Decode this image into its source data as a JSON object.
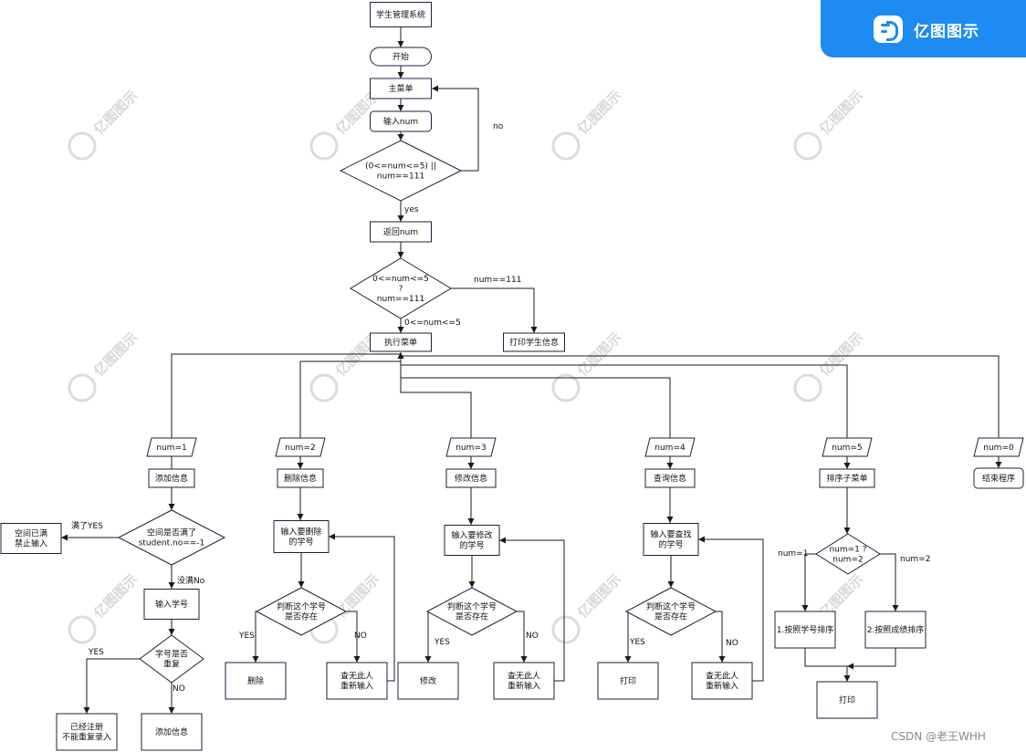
{
  "brand": {
    "name": "亿图图示"
  },
  "watermark": {
    "text": "亿图图示"
  },
  "credit": "CSDN @老王WHH",
  "colors": {
    "node_fill": "#ffffff",
    "node_stroke": "#1f1f3f",
    "line": "#1a1a1a",
    "brand": "#1d8bf1"
  },
  "nodes": {
    "title": "学生管理系统",
    "start": "开始",
    "main_menu": "主菜单",
    "input_num": "输入num",
    "check_range": [
      "(0<=num<=5)  ||",
      "num==111"
    ],
    "return_num": "返回num",
    "branch": [
      "0<=num<=5",
      "?",
      "num==111"
    ],
    "print_students": "打印学生信息",
    "exec_menu": "执行菜单",
    "case1": "num=1",
    "case2": "num=2",
    "case3": "num=3",
    "case4": "num=4",
    "case5": "num=5",
    "case0": "num=0",
    "add_info": "添加信息",
    "del_info": "删除信息",
    "mod_info": "修改信息",
    "query_info": "查询信息",
    "sort_menu": "排序子菜单",
    "end_prog": "结束程序",
    "space_full_q": [
      "空间是否满了",
      "student.no==-1"
    ],
    "space_full": [
      "空间已满",
      "禁止输入"
    ],
    "input_id": "输入学号",
    "id_dup_q": [
      "学号是否",
      "重复"
    ],
    "registered": [
      "已经注册",
      "不能重复录入"
    ],
    "add_info2": "添加信息",
    "del_input": [
      "输入要删除",
      "的学号"
    ],
    "del_exist_q": [
      "判断这个学号",
      "是否存在"
    ],
    "delete": "删除",
    "del_none": [
      "查无此人",
      "重新输入"
    ],
    "mod_input": [
      "输入要修改",
      "的学号"
    ],
    "mod_exist_q": [
      "判断这个学号",
      "是否存在"
    ],
    "modify": "修改",
    "mod_none": [
      "查无此人",
      "重新输入"
    ],
    "query_input": [
      "输入要查找",
      "的学号"
    ],
    "query_exist_q": [
      "判断这个学号",
      "是否存在"
    ],
    "print": "打印",
    "query_none": [
      "查无此人",
      "重新输入"
    ],
    "sort_q": [
      "num=1 ?",
      "num=2"
    ],
    "sort_by_id": "1.按照学号排序",
    "sort_by_score": "2.按照成绩排序",
    "print_sorted": "打印"
  },
  "edge_labels": {
    "no": "no",
    "yes": "yes",
    "num111": "num==111",
    "range": "0<=num<=5",
    "full_yes": "满了YES",
    "not_full": "没满No",
    "dup_yes": "YES",
    "dup_no": "NO",
    "del_yes": "YES",
    "del_no": "NO",
    "mod_yes": "YES",
    "mod_no": "NO",
    "q_yes": "YES",
    "q_no": "NO",
    "sort_1": "num=1",
    "sort_2": "num=2"
  }
}
